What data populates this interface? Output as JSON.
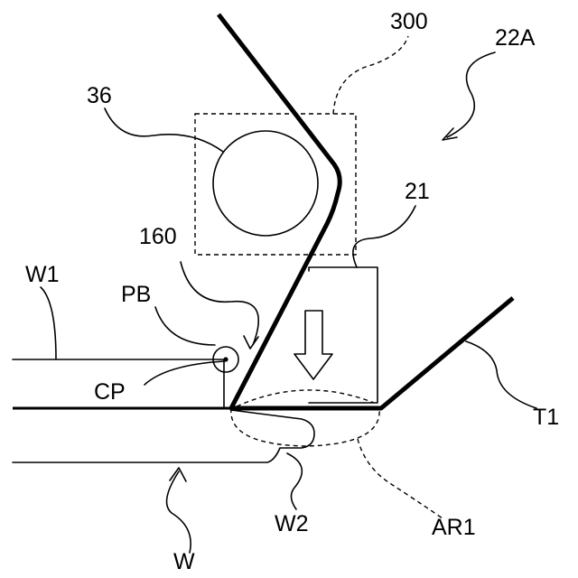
{
  "labels": {
    "ref_300": "300",
    "ref_22a": "22A",
    "ref_36": "36",
    "ref_21": "21",
    "ref_160": "160",
    "ref_w1": "W1",
    "ref_pb": "PB",
    "ref_cp": "CP",
    "ref_t1": "T1",
    "ref_w2": "W2",
    "ref_ar1": "AR1",
    "ref_w": "W"
  }
}
